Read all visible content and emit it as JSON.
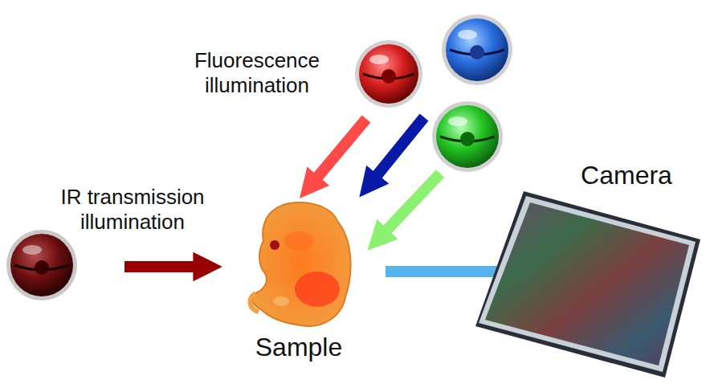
{
  "diagram": {
    "labels": [
      "Fluorescence illumination",
      "IR transmission illumination",
      "Sample",
      "Camera"
    ]
  }
}
